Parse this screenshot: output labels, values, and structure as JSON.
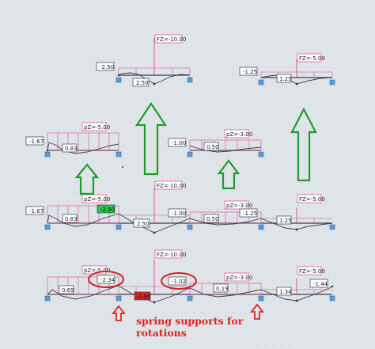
{
  "colors": {
    "beam": "#37404a",
    "load": "#e0488c",
    "label_border": "#37404a",
    "load_label_border": "#e0488c",
    "support": "#5b9bd5",
    "arrow_green": "#1f9b2e",
    "arrow_red": "#e0221e",
    "highlight_green": "#22c94a",
    "highlight_red": "#e31c23",
    "ellipse": "#d0202a"
  },
  "diagrams": {
    "top_left": {
      "force_label": "FZ=-10.00",
      "moment_left": "-2.50",
      "moment_mid": "2.50"
    },
    "top_right": {
      "load_label": "FZ=-5.00",
      "moment_left": "-1.25",
      "moment_mid": "1.25"
    },
    "mid_left": {
      "load_label": "pZ=-5.00",
      "moment_left": "-1.67",
      "moment_mid": "0.83"
    },
    "mid_center": {
      "load_label": "pZ=-3.00",
      "moment_left": "-1.00",
      "moment_mid": "0.50"
    },
    "combined": {
      "load_left": "pZ=-5.00",
      "force_center": "FZ=-10.00",
      "load_mid": "pZ=-3.00",
      "force_right": "FZ=-5.00",
      "m_left": "-1.67",
      "m_left_mid": "0.83",
      "m_green": "-2.50",
      "m_center": "2.50",
      "m_mid_left": "-1.00",
      "m_mid_mid": "0.50",
      "m_right_left": "-1.25",
      "m_right_mid": "1.25"
    },
    "bottom": {
      "load_left": "pZ=-5.00",
      "force_center": "FZ=-10.00",
      "load_mid": "pZ=-3.00",
      "force_right": "FZ=-5.00",
      "m_left_circled": "-2.34",
      "m_left_low": "0.69",
      "m_red": "-2.66",
      "m_mid_circled": "-1.02",
      "m_mid_low": "0.19",
      "m_right_mid": "1.34",
      "m_right_end": "-1.44"
    }
  },
  "caption": {
    "line1": "spring supports for",
    "line2": "rotations"
  }
}
